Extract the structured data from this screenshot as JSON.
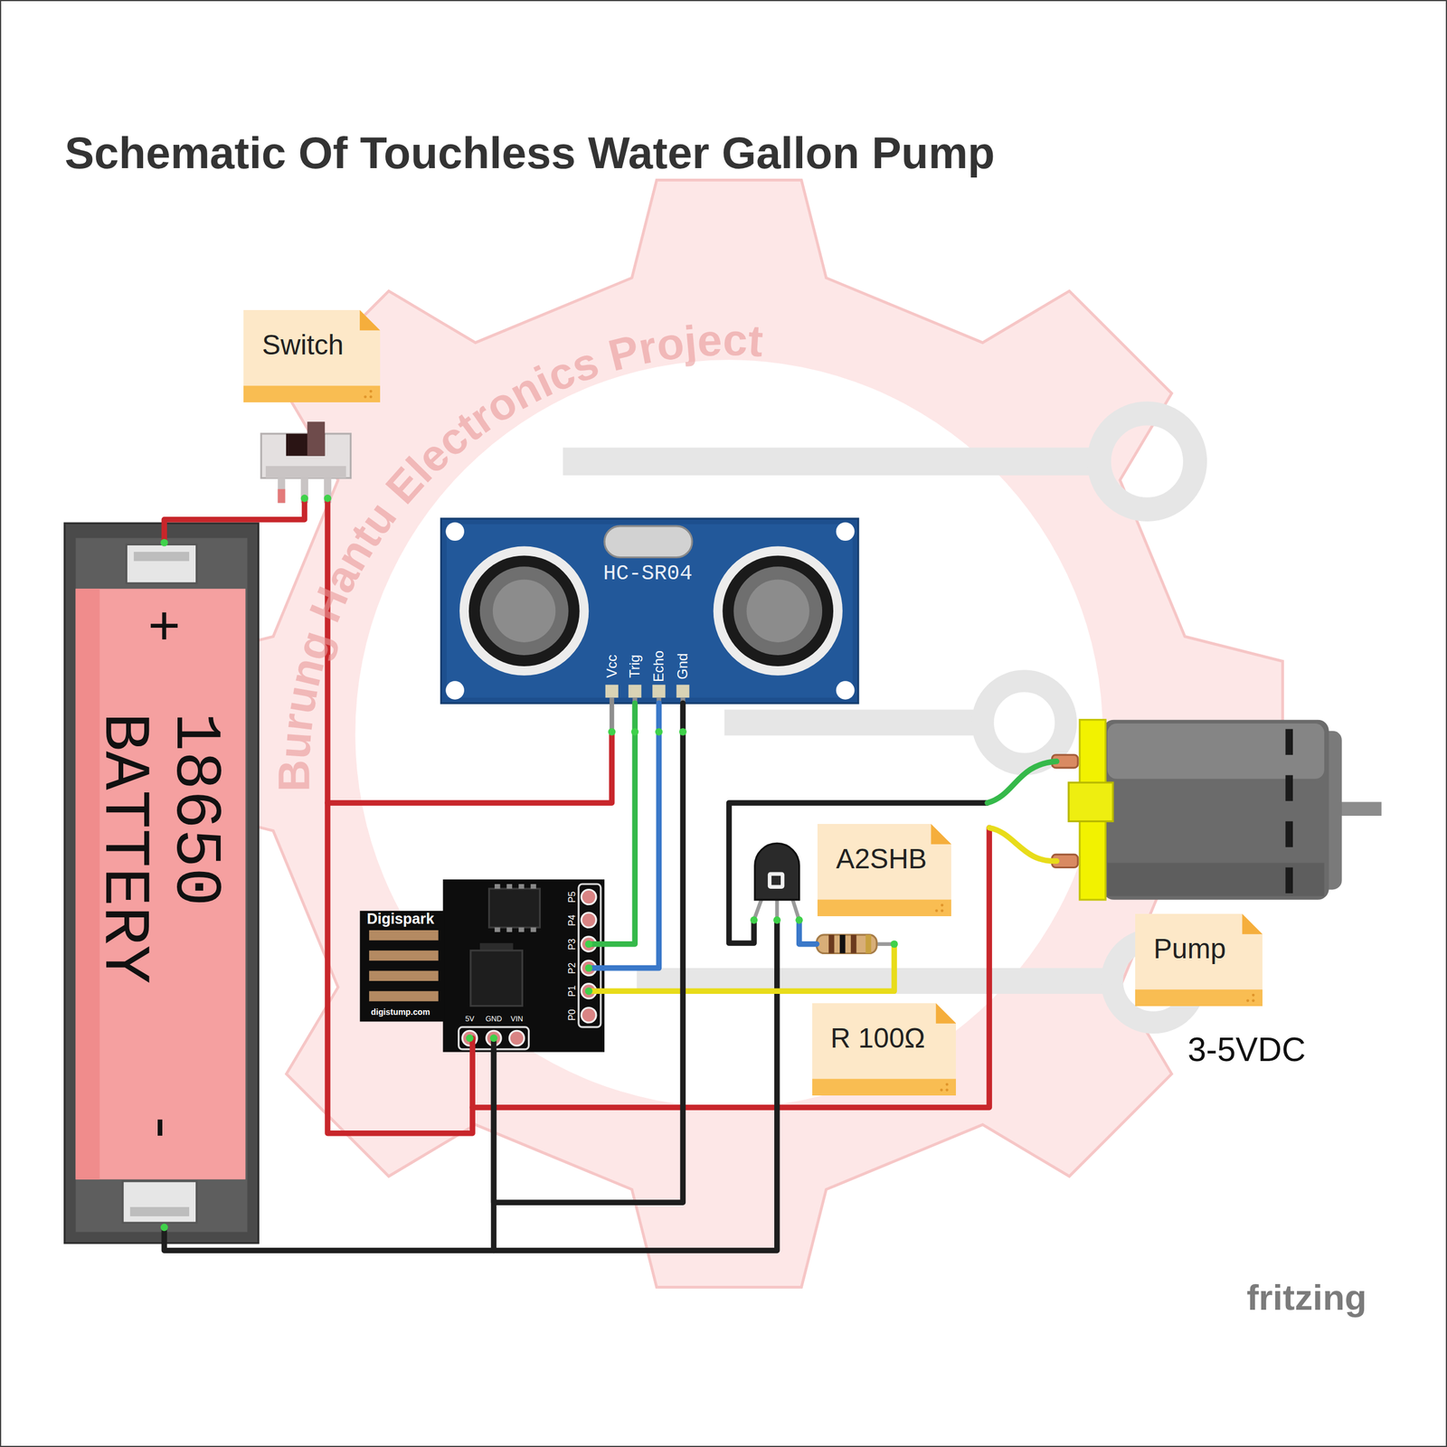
{
  "diagram": {
    "title": "Schematic Of Touchless Water Gallon Pump",
    "nodes": [
      {
        "text": [
          "Switch"
        ]
      },
      {
        "text": [
          "+",
          "18650 BATTERY",
          "-"
        ]
      },
      {
        "text": [
          "HC-SR04",
          "Vcc",
          "Trig",
          "Echo",
          "Gnd"
        ]
      },
      {
        "text": [
          "A2SHB"
        ]
      },
      {
        "text": [
          "Digispark",
          "P5",
          "P4",
          "P3",
          "P2",
          "P1",
          "P0",
          "digistump.com",
          "5V",
          "GND",
          "VIN"
        ]
      },
      {
        "text": [
          "Pump"
        ]
      },
      {
        "text": [
          "R 100Ω"
        ]
      }
    ],
    "edges": [
      {
        "from": 2,
        "to": 4,
        "arrow": "none"
      },
      {
        "from": 2,
        "to": 4,
        "arrow": "none"
      },
      {
        "from": 2,
        "to": 4,
        "arrow": "none"
      },
      {
        "from": 1,
        "to": 4,
        "arrow": "none"
      }
    ],
    "labels": [
      "3-5VDC",
      "fritzing",
      "Burung Hantu Electronics Project"
    ]
  }
}
